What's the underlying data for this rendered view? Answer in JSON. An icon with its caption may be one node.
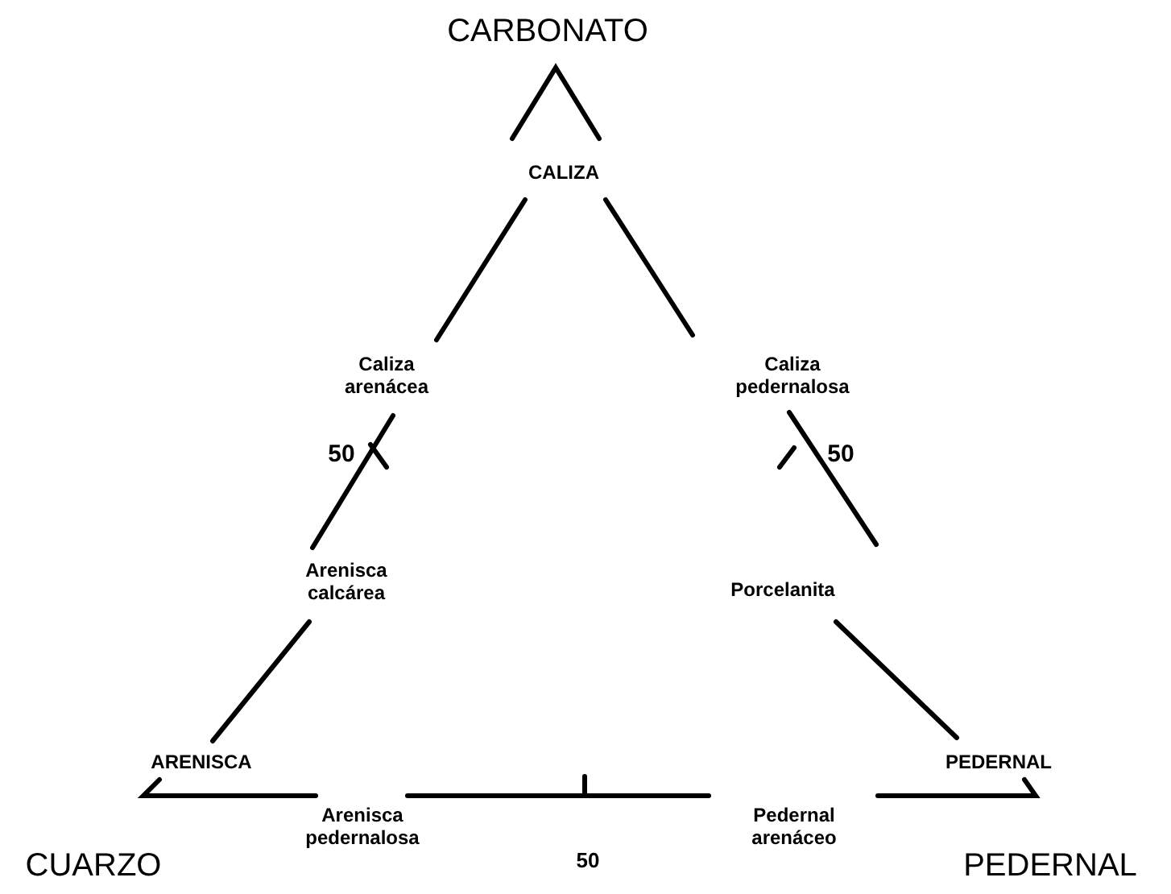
{
  "diagram": {
    "labels": [
      "CARBONATO",
      "CALIZA",
      "Caliza arenácea",
      "Caliza pedernalosa",
      "50",
      "50",
      "Arenisca calcárea",
      "Porcelanita",
      "ARENISCA",
      "PEDERNAL",
      "CUARZO",
      "Arenisca pedernalosa",
      "50",
      "Pedernal arenáceo",
      "PEDERNAL"
    ]
  }
}
